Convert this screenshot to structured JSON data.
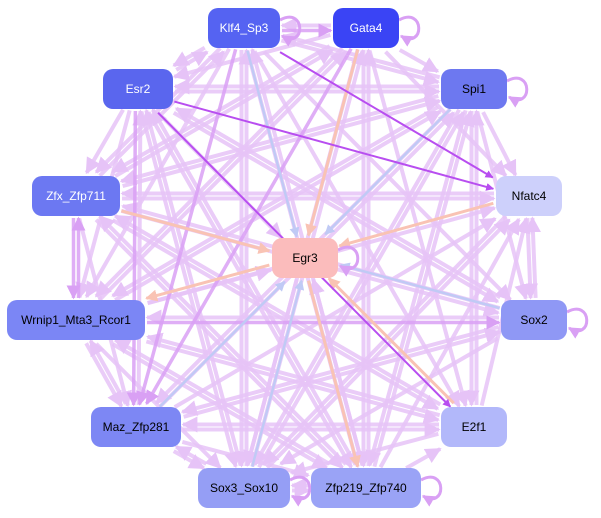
{
  "diagram": {
    "type": "gene regulatory network",
    "nodes": [
      {
        "id": "klf4",
        "label": "Klf4_Sp3",
        "fill": "#5563f2",
        "text": "#ffffff"
      },
      {
        "id": "gata4",
        "label": "Gata4",
        "fill": "#3a44f5",
        "text": "#ffffff"
      },
      {
        "id": "esr2",
        "label": "Esr2",
        "fill": "#5a66ee",
        "text": "#ffffff"
      },
      {
        "id": "spi1",
        "label": "Spi1",
        "fill": "#6d78f0",
        "text": "#000000"
      },
      {
        "id": "zfx",
        "label": "Zfx_Zfp711",
        "fill": "#6c78f2",
        "text": "#ffffff"
      },
      {
        "id": "nfatc4",
        "label": "Nfatc4",
        "fill": "#cdd0fb",
        "text": "#000000"
      },
      {
        "id": "egr3",
        "label": "Egr3",
        "fill": "#fbbcbc",
        "text": "#000000"
      },
      {
        "id": "wrnip1",
        "label": "Wrnip1_Mta3_Rcor1",
        "fill": "#7b86f5",
        "text": "#000000"
      },
      {
        "id": "sox2",
        "label": "Sox2",
        "fill": "#8f98f5",
        "text": "#000000"
      },
      {
        "id": "maz",
        "label": "Maz_Zfp281",
        "fill": "#7d87f4",
        "text": "#000000"
      },
      {
        "id": "e2f1",
        "label": "E2f1",
        "fill": "#b2b8fa",
        "text": "#000000"
      },
      {
        "id": "sox3",
        "label": "Sox3_Sox10",
        "fill": "#959ef5",
        "text": "#000000"
      },
      {
        "id": "zfp219",
        "label": "Zfp219_Zfp740",
        "fill": "#9aa3f6",
        "text": "#000000"
      }
    ],
    "edge_colors": {
      "light": "#e6c3f7",
      "medium": "#d9a0f4",
      "strong": "#b84ef0",
      "blue": "#c0caf5",
      "salmon": "#f9c3b4"
    },
    "edges": [
      [
        "klf4",
        "gata4",
        "medium"
      ],
      [
        "gata4",
        "klf4",
        "light"
      ],
      [
        "klf4",
        "esr2",
        "light"
      ],
      [
        "esr2",
        "klf4",
        "light"
      ],
      [
        "klf4",
        "spi1",
        "light"
      ],
      [
        "klf4",
        "nfatc4",
        "strong"
      ],
      [
        "klf4",
        "egr3",
        "blue"
      ],
      [
        "klf4",
        "zfx",
        "light"
      ],
      [
        "klf4",
        "wrnip1",
        "light"
      ],
      [
        "klf4",
        "maz",
        "medium"
      ],
      [
        "klf4",
        "sox3",
        "light"
      ],
      [
        "klf4",
        "zfp219",
        "light"
      ],
      [
        "klf4",
        "e2f1",
        "light"
      ],
      [
        "klf4",
        "sox2",
        "light"
      ],
      [
        "gata4",
        "spi1",
        "light"
      ],
      [
        "gata4",
        "egr3",
        "salmon"
      ],
      [
        "gata4",
        "esr2",
        "light"
      ],
      [
        "gata4",
        "zfx",
        "light"
      ],
      [
        "gata4",
        "maz",
        "medium"
      ],
      [
        "gata4",
        "wrnip1",
        "light"
      ],
      [
        "gata4",
        "sox3",
        "light"
      ],
      [
        "gata4",
        "zfp219",
        "light"
      ],
      [
        "gata4",
        "nfatc4",
        "light"
      ],
      [
        "gata4",
        "e2f1",
        "light"
      ],
      [
        "esr2",
        "spi1",
        "light"
      ],
      [
        "esr2",
        "nfatc4",
        "strong"
      ],
      [
        "esr2",
        "egr3",
        "light"
      ],
      [
        "esr2",
        "zfx",
        "light"
      ],
      [
        "esr2",
        "wrnip1",
        "light"
      ],
      [
        "esr2",
        "maz",
        "medium"
      ],
      [
        "esr2",
        "sox3",
        "light"
      ],
      [
        "esr2",
        "zfp219",
        "light"
      ],
      [
        "esr2",
        "sox2",
        "light"
      ],
      [
        "esr2",
        "e2f1",
        "strong"
      ],
      [
        "spi1",
        "egr3",
        "blue"
      ],
      [
        "spi1",
        "nfatc4",
        "light"
      ],
      [
        "spi1",
        "zfx",
        "light"
      ],
      [
        "spi1",
        "esr2",
        "light"
      ],
      [
        "spi1",
        "wrnip1",
        "light"
      ],
      [
        "spi1",
        "maz",
        "light"
      ],
      [
        "spi1",
        "sox3",
        "light"
      ],
      [
        "spi1",
        "zfp219",
        "light"
      ],
      [
        "spi1",
        "sox2",
        "light"
      ],
      [
        "spi1",
        "e2f1",
        "light"
      ],
      [
        "spi1",
        "klf4",
        "light"
      ],
      [
        "zfx",
        "egr3",
        "salmon"
      ],
      [
        "zfx",
        "nfatc4",
        "light"
      ],
      [
        "zfx",
        "spi1",
        "light"
      ],
      [
        "zfx",
        "wrnip1",
        "medium"
      ],
      [
        "wrnip1",
        "zfx",
        "medium"
      ],
      [
        "zfx",
        "maz",
        "light"
      ],
      [
        "zfx",
        "sox2",
        "light"
      ],
      [
        "zfx",
        "e2f1",
        "light"
      ],
      [
        "zfx",
        "zfp219",
        "light"
      ],
      [
        "zfx",
        "gata4",
        "light"
      ],
      [
        "zfx",
        "klf4",
        "light"
      ],
      [
        "nfatc4",
        "egr3",
        "salmon"
      ],
      [
        "nfatc4",
        "sox2",
        "light"
      ],
      [
        "nfatc4",
        "zfx",
        "light"
      ],
      [
        "nfatc4",
        "sox3",
        "light"
      ],
      [
        "wrnip1",
        "egr3",
        "light"
      ],
      [
        "egr3",
        "wrnip1",
        "salmon"
      ],
      [
        "wrnip1",
        "sox2",
        "medium"
      ],
      [
        "wrnip1",
        "nfatc4",
        "light"
      ],
      [
        "wrnip1",
        "spi1",
        "light"
      ],
      [
        "wrnip1",
        "maz",
        "light"
      ],
      [
        "wrnip1",
        "e2f1",
        "light"
      ],
      [
        "wrnip1",
        "zfp219",
        "light"
      ],
      [
        "wrnip1",
        "sox3",
        "light"
      ],
      [
        "wrnip1",
        "gata4",
        "light"
      ],
      [
        "sox2",
        "egr3",
        "blue"
      ],
      [
        "sox2",
        "wrnip1",
        "light"
      ],
      [
        "sox2",
        "maz",
        "light"
      ],
      [
        "sox2",
        "zfx",
        "light"
      ],
      [
        "sox2",
        "sox3",
        "light"
      ],
      [
        "sox2",
        "nfatc4",
        "light"
      ],
      [
        "sox2",
        "esr2",
        "light"
      ],
      [
        "maz",
        "egr3",
        "blue"
      ],
      [
        "maz",
        "nfatc4",
        "light"
      ],
      [
        "maz",
        "sox2",
        "light"
      ],
      [
        "maz",
        "spi1",
        "light"
      ],
      [
        "maz",
        "e2f1",
        "light"
      ],
      [
        "maz",
        "zfp219",
        "light"
      ],
      [
        "maz",
        "sox3",
        "light"
      ],
      [
        "maz",
        "wrnip1",
        "light"
      ],
      [
        "maz",
        "esr2",
        "light"
      ],
      [
        "e2f1",
        "egr3",
        "salmon"
      ],
      [
        "e2f1",
        "nfatc4",
        "light"
      ],
      [
        "e2f1",
        "maz",
        "light"
      ],
      [
        "e2f1",
        "sox3",
        "light"
      ],
      [
        "e2f1",
        "wrnip1",
        "light"
      ],
      [
        "e2f1",
        "spi1",
        "light"
      ],
      [
        "e2f1",
        "zfx",
        "light"
      ],
      [
        "sox3",
        "egr3",
        "blue"
      ],
      [
        "sox3",
        "zfp219",
        "light"
      ],
      [
        "sox3",
        "nfatc4",
        "light"
      ],
      [
        "sox3",
        "spi1",
        "light"
      ],
      [
        "sox3",
        "esr2",
        "light"
      ],
      [
        "sox3",
        "klf4",
        "light"
      ],
      [
        "sox3",
        "gata4",
        "light"
      ],
      [
        "sox3",
        "maz",
        "light"
      ],
      [
        "zfp219",
        "egr3",
        "light"
      ],
      [
        "zfp219",
        "sox3",
        "light"
      ],
      [
        "zfp219",
        "nfatc4",
        "light"
      ],
      [
        "zfp219",
        "spi1",
        "light"
      ],
      [
        "zfp219",
        "klf4",
        "light"
      ],
      [
        "zfp219",
        "esr2",
        "light"
      ],
      [
        "zfp219",
        "zfx",
        "light"
      ],
      [
        "zfp219",
        "wrnip1",
        "light"
      ],
      [
        "zfp219",
        "gata4",
        "light"
      ],
      [
        "zfp219",
        "e2f1",
        "light"
      ],
      [
        "egr3",
        "zfp219",
        "salmon"
      ],
      [
        "egr3",
        "sox3",
        "light"
      ]
    ],
    "self_loops": [
      "klf4",
      "gata4",
      "spi1",
      "egr3",
      "sox2",
      "sox3",
      "zfp219"
    ]
  }
}
